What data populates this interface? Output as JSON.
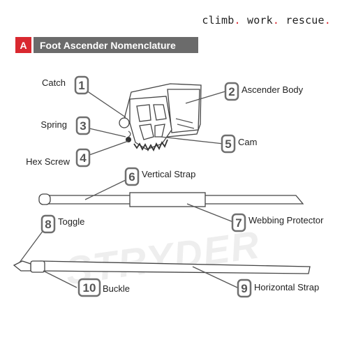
{
  "tagline": {
    "word1": "climb",
    "word2": "work",
    "word3": "rescue",
    "sep": "."
  },
  "header": {
    "letter": "A",
    "title": "Foot Ascender Nomenclature"
  },
  "watermark": "STRYDER",
  "parts": [
    {
      "number": "1",
      "label": "Catch"
    },
    {
      "number": "2",
      "label": "Ascender Body"
    },
    {
      "number": "3",
      "label": "Spring"
    },
    {
      "number": "4",
      "label": "Hex Screw"
    },
    {
      "number": "5",
      "label": "Cam"
    },
    {
      "number": "6",
      "label": "Vertical Strap"
    },
    {
      "number": "7",
      "label": "Webbing Protector"
    },
    {
      "number": "8",
      "label": "Toggle"
    },
    {
      "number": "9",
      "label": "Horizontal Strap"
    },
    {
      "number": "10",
      "label": "Buckle"
    }
  ],
  "colors": {
    "accent": "#d9282f",
    "header_bg": "#6b6b6b",
    "badge_stroke": "#6f6f6f"
  }
}
